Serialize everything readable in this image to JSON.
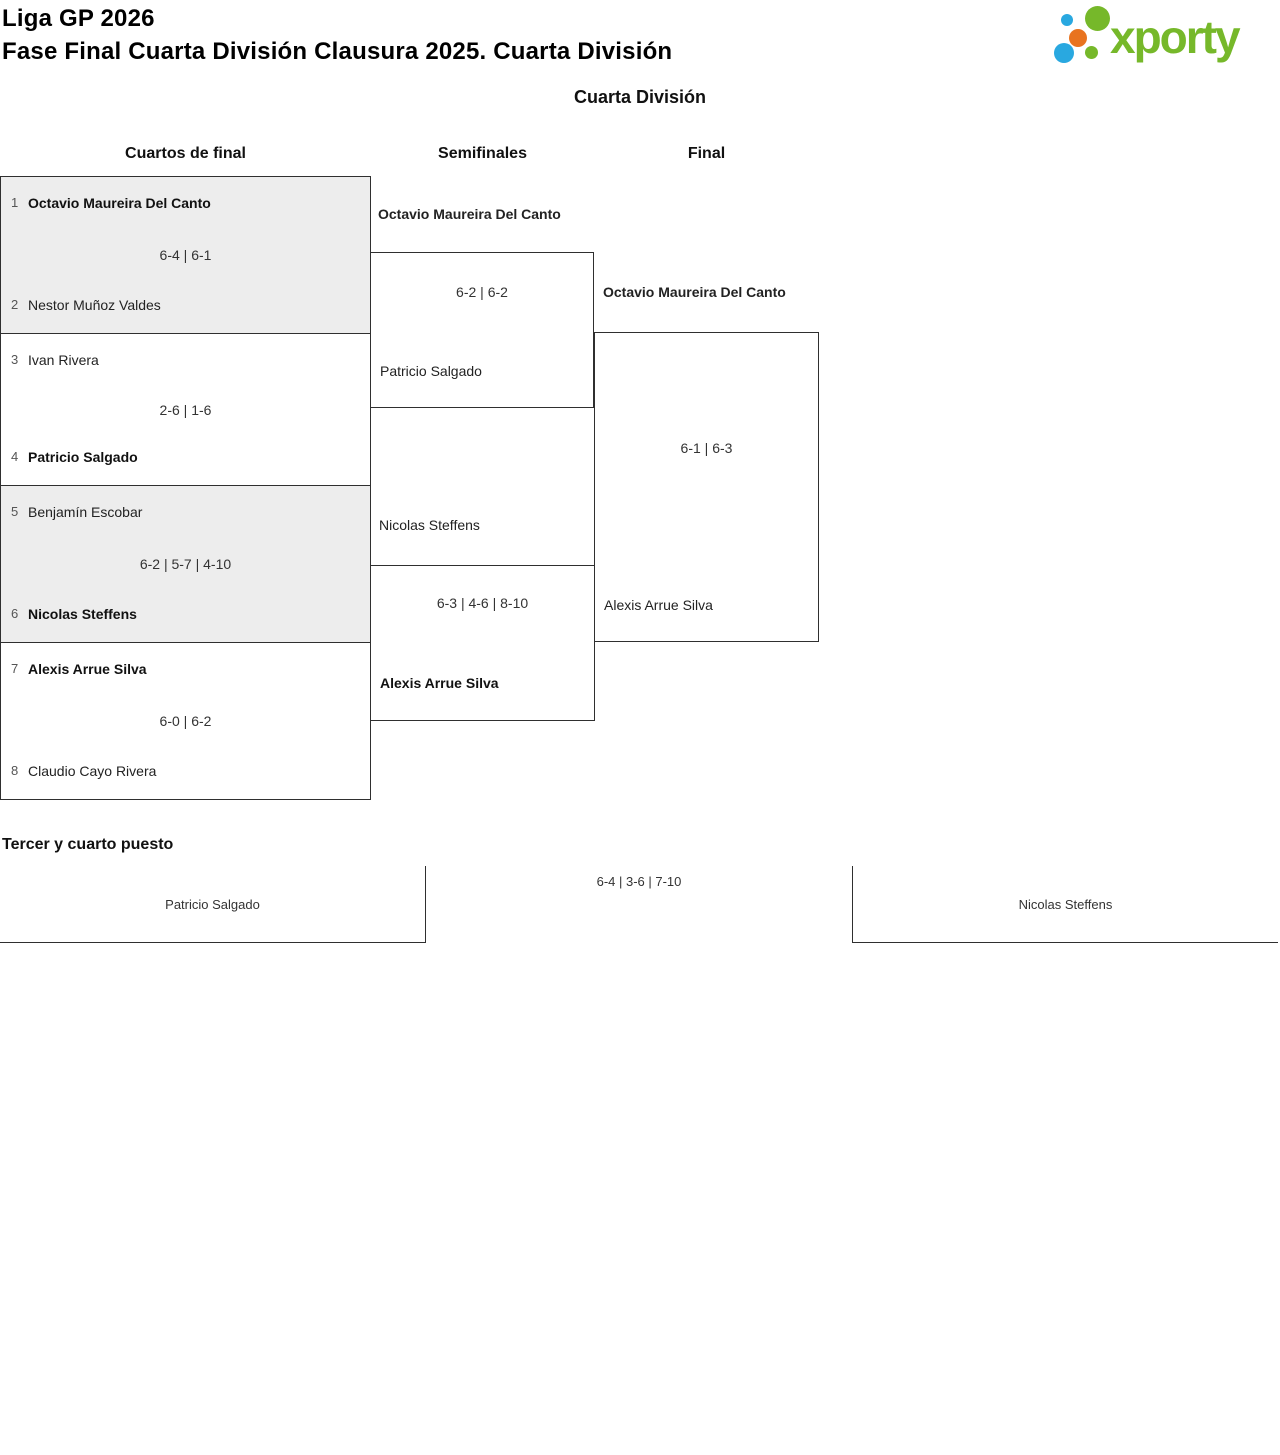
{
  "header": {
    "title_line1": "Liga GP 2026",
    "title_line2": "Fase Final Cuarta División Clausura 2025. Cuarta División",
    "logo_text": "xporty"
  },
  "bracket": {
    "group_title": "Cuarta División",
    "round_headers": [
      "Cuartos de final",
      "Semifinales",
      "Final"
    ],
    "quarterfinals": [
      {
        "seed1": "1",
        "player1": "Octavio Maureira Del Canto",
        "score": "6-4 | 6-1",
        "seed2": "2",
        "player2": "Nestor Muñoz Valdes",
        "winner": "player1"
      },
      {
        "seed1": "3",
        "player1": "Ivan Rivera",
        "score": "2-6 | 1-6",
        "seed2": "4",
        "player2": "Patricio Salgado",
        "winner": "player2"
      },
      {
        "seed1": "5",
        "player1": "Benjamín Escobar",
        "score": "6-2 | 5-7 | 4-10",
        "seed2": "6",
        "player2": "Nicolas Steffens",
        "winner": "player2"
      },
      {
        "seed1": "7",
        "player1": "Alexis Arrue Silva",
        "score": "6-0 | 6-2",
        "seed2": "8",
        "player2": "Claudio Cayo Rivera",
        "winner": "player1"
      }
    ],
    "semifinals": [
      {
        "player1": "Octavio Maureira Del Canto",
        "score": "6-2 | 6-2",
        "player2": "Patricio Salgado",
        "winner": "player1"
      },
      {
        "player1": "Nicolas Steffens",
        "score": "6-3 | 4-6 | 8-10",
        "player2": "Alexis Arrue Silva",
        "winner": "player2"
      }
    ],
    "final": {
      "player1": "Octavio Maureira Del Canto",
      "score": "6-1 | 6-3",
      "player2": "Alexis Arrue Silva",
      "winner": "player1"
    }
  },
  "third_place": {
    "title": "Tercer y cuarto puesto",
    "player1": "Patricio Salgado",
    "score": "6-4 | 3-6 | 7-10",
    "player2": "Nicolas Steffens"
  },
  "colors": {
    "logo_green": "#76b82a",
    "logo_blue": "#29a8e0",
    "logo_orange": "#e8731f",
    "shaded_row_bg": "#ededed",
    "border": "#2f2f2f"
  }
}
